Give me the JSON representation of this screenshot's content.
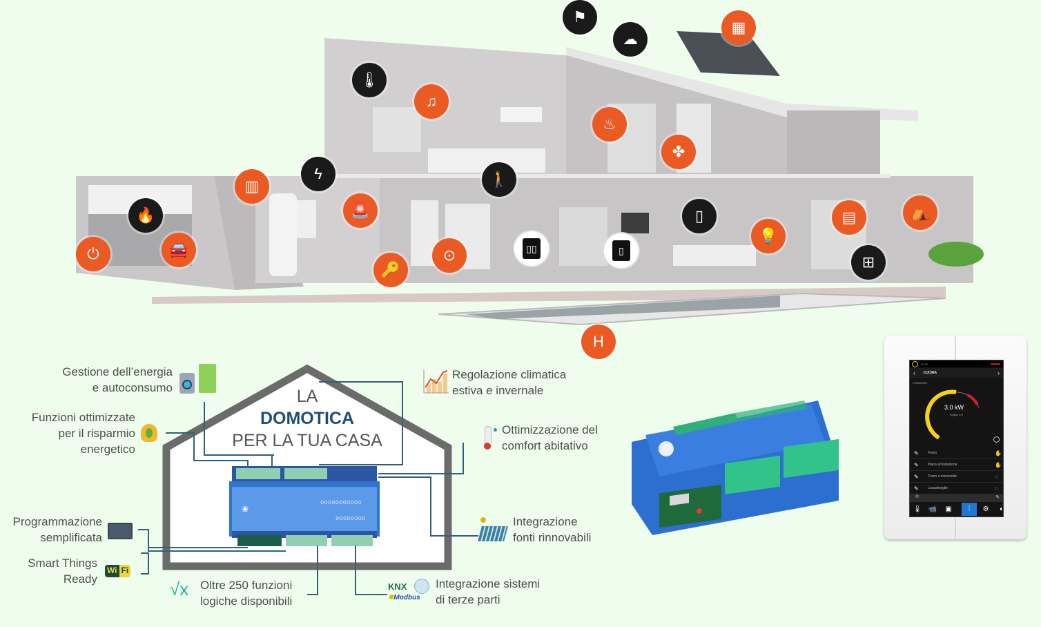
{
  "colors": {
    "background": "#effeec",
    "icon_orange": "#ec5a24",
    "icon_black": "#1a1a1a",
    "diagram_title_accent": "#1f4e79",
    "controller_blue": "#5b9ae8",
    "terminal_green": "#8fd0b0"
  },
  "house_icons": [
    {
      "name": "wind-sensor-icon",
      "style": "black",
      "glyph": "⚑"
    },
    {
      "name": "weather-rain-icon",
      "style": "black",
      "glyph": "☁"
    },
    {
      "name": "solar-panel-icon",
      "style": "orange",
      "glyph": "▦"
    },
    {
      "name": "thermometer-icon",
      "style": "black",
      "glyph": "🌡"
    },
    {
      "name": "music-icon",
      "style": "orange",
      "glyph": "♫"
    },
    {
      "name": "bathroom-heating-icon",
      "style": "orange",
      "glyph": "♨"
    },
    {
      "name": "ventilation-fan-icon",
      "style": "orange",
      "glyph": "✤"
    },
    {
      "name": "electricity-icon",
      "style": "black",
      "glyph": "ϟ"
    },
    {
      "name": "motion-sensor-icon",
      "style": "black",
      "glyph": "🚶"
    },
    {
      "name": "radiator-icon",
      "style": "orange",
      "glyph": "▥"
    },
    {
      "name": "fire-icon",
      "style": "black",
      "glyph": "🔥"
    },
    {
      "name": "alarm-siren-icon",
      "style": "orange",
      "glyph": "🚨"
    },
    {
      "name": "ev-charging-icon",
      "style": "orange",
      "glyph": "⏻"
    },
    {
      "name": "garage-door-icon",
      "style": "orange",
      "glyph": "🚘"
    },
    {
      "name": "key-access-icon",
      "style": "orange",
      "glyph": "🔑"
    },
    {
      "name": "power-socket-icon",
      "style": "orange",
      "glyph": "⊙"
    },
    {
      "name": "wall-switch-icon",
      "style": "white",
      "glyph": "▯▯"
    },
    {
      "name": "smartphone-icon",
      "style": "white",
      "glyph": "▯"
    },
    {
      "name": "door-icon",
      "style": "black",
      "glyph": "▯"
    },
    {
      "name": "light-bulb-icon",
      "style": "orange",
      "glyph": "💡"
    },
    {
      "name": "roller-shutter-icon",
      "style": "orange",
      "glyph": "▤"
    },
    {
      "name": "awning-icon",
      "style": "orange",
      "glyph": "⛺"
    },
    {
      "name": "window-icon",
      "style": "black",
      "glyph": "⊞"
    },
    {
      "name": "pool-ladder-icon",
      "style": "orange",
      "glyph": "H"
    }
  ],
  "diagram": {
    "title_line1": "LA",
    "title_line2": "DOMOTICA",
    "title_line3": "PER LA TUA CASA",
    "features": {
      "energy": {
        "line1": "Gestione dell’energia",
        "line2": "e autoconsumo"
      },
      "saving": {
        "line1": "Funzioni ottimizzate",
        "line2": "per il risparmio",
        "line3": "energetico"
      },
      "programming": {
        "line1": "Programmazione",
        "line2": "semplificata"
      },
      "smartthings": {
        "line1": "Smart Things",
        "line2": "Ready",
        "badge_a": "Wi",
        "badge_b": "Fi"
      },
      "logic": {
        "line1": "Oltre 250 funzioni",
        "line2": "logiche disponibili",
        "icon": "√x"
      },
      "thirdparty": {
        "line1": "Integrazione sistemi",
        "line2": "di terze parti",
        "logo_knx": "KNX",
        "logo_modbus": "Modbus"
      },
      "renewables": {
        "line1": "Integrazione",
        "line2": "fonti rinnovabili"
      },
      "comfort": {
        "line1": "Ottimizzazione del",
        "line2": "comfort abitativo"
      },
      "climate": {
        "line1": "Regolazione climatica",
        "line2": "estiva e invernale"
      }
    }
  },
  "touch_panel": {
    "status_time": "09:40",
    "room_title": "CUCINA",
    "section_label": "CONSUMO",
    "gauge_value": "3.0 kW",
    "gauge_sub": "Soglia: 5.0",
    "gauge_fraction": 0.6,
    "loads": [
      {
        "name": "Forno",
        "state_icon": "hand-icon"
      },
      {
        "name": "Piano ad induzione",
        "state_icon": "hand-icon"
      },
      {
        "name": "Forno a microonde",
        "state_icon": "auto-cycle-icon"
      },
      {
        "name": "Lavastoviglie",
        "state_icon": "auto-cycle-icon"
      }
    ],
    "nav": [
      {
        "name": "nav-temperature",
        "glyph": "🌡"
      },
      {
        "name": "nav-camera",
        "glyph": "📹"
      },
      {
        "name": "nav-scenes",
        "glyph": "▣"
      },
      {
        "name": "nav-energy",
        "glyph": "⫶",
        "active": true
      },
      {
        "name": "nav-settings",
        "glyph": "⚙"
      },
      {
        "name": "nav-more",
        "glyph": "◐"
      }
    ]
  }
}
